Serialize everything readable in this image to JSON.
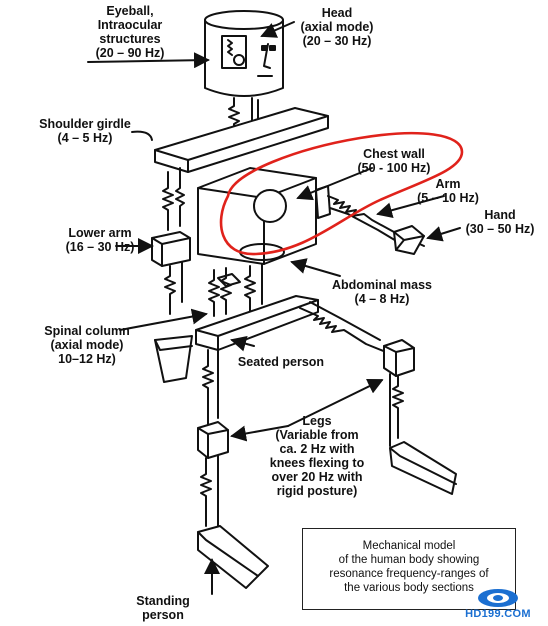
{
  "labels": {
    "eyeball": "Eyeball,\nIntraocular\nstructures\n(20 – 90 Hz)",
    "head": "Head\n(axial mode)\n(20 – 30 Hz)",
    "shoulder": "Shoulder girdle\n(4 – 5 Hz)",
    "chest": "Chest wall\n(50 - 100 Hz)",
    "arm": "Arm\n(5 – 10 Hz)",
    "hand": "Hand\n(30 – 50 Hz)",
    "lower_arm": "Lower arm\n(16 – 30 Hz)",
    "abdominal": "Abdominal mass\n(4 – 8 Hz)",
    "spinal": "Spinal column\n(axial mode)\n10–12 Hz)",
    "seated": "Seated person",
    "legs": "Legs\n(Variable from\nca. 2 Hz with\nknees flexing to\nover 20 Hz with\nrigid posture)",
    "standing": "Standing\nperson"
  },
  "caption": "Mechanical model\nof the human body showing\nresonance frequency-ranges of\nthe various body sections",
  "watermark": "HD199.COM",
  "colors": {
    "ink": "#111111",
    "highlight": "#e0221b",
    "watermark": "#1b6fd1"
  }
}
